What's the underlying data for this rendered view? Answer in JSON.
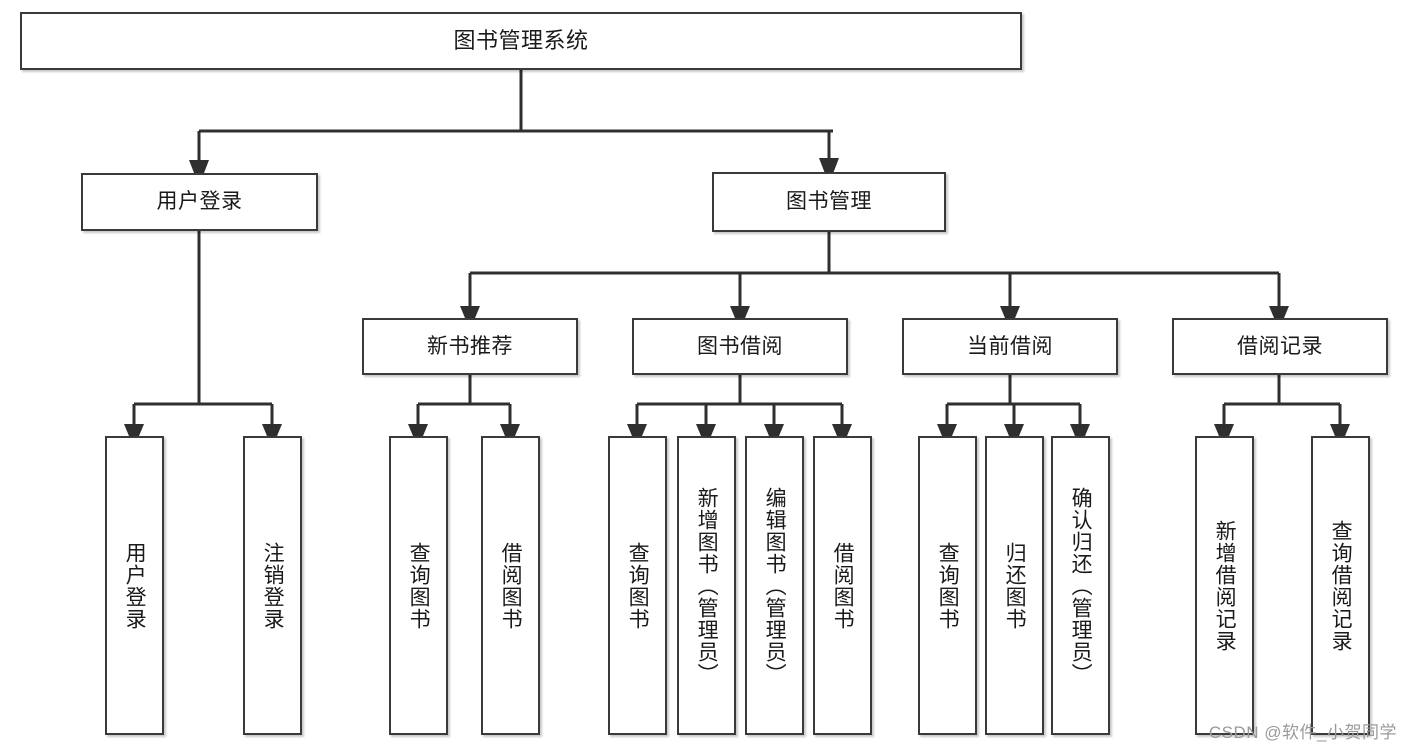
{
  "diagram": {
    "title": "图书管理系统",
    "type": "tree-hierarchy-diagram",
    "colors": {
      "box_border": "#3a3a3a",
      "box_fill": "#ffffff",
      "edge": "#2f2f2f",
      "text": "#1a1a1a",
      "watermark": "#9a9a9a"
    },
    "nodes": {
      "root": {
        "label": "图书管理系统"
      },
      "level2": [
        {
          "id": "user-login",
          "label": "用户登录"
        },
        {
          "id": "book-management",
          "label": "图书管理"
        }
      ],
      "level3": [
        {
          "id": "new-book-recommend",
          "label": "新书推荐"
        },
        {
          "id": "book-borrow",
          "label": "图书借阅"
        },
        {
          "id": "current-borrow",
          "label": "当前借阅"
        },
        {
          "id": "borrow-record",
          "label": "借阅记录"
        }
      ],
      "leaves": {
        "user-login": [
          {
            "id": "leaf-user-login",
            "label": "用户登录"
          },
          {
            "id": "leaf-logout-login",
            "label": "注销登录"
          }
        ],
        "new-book-recommend": [
          {
            "id": "leaf-query-book-1",
            "label": "查询图书"
          },
          {
            "id": "leaf-borrow-book-1",
            "label": "借阅图书"
          }
        ],
        "book-borrow": [
          {
            "id": "leaf-query-book-2",
            "label": "查询图书"
          },
          {
            "id": "leaf-add-book",
            "label": "新增图书（管理员）"
          },
          {
            "id": "leaf-edit-book",
            "label": "编辑图书（管理员）"
          },
          {
            "id": "leaf-borrow-book-2",
            "label": "借阅图书"
          }
        ],
        "current-borrow": [
          {
            "id": "leaf-query-book-3",
            "label": "查询图书"
          },
          {
            "id": "leaf-return-book",
            "label": "归还图书"
          },
          {
            "id": "leaf-confirm-return",
            "label": "确认归还（管理员）"
          }
        ],
        "borrow-record": [
          {
            "id": "leaf-add-record",
            "label": "新增借阅记录"
          },
          {
            "id": "leaf-query-record",
            "label": "查询借阅记录"
          }
        ]
      }
    },
    "watermark": "CSDN @软件_小贺同学"
  }
}
